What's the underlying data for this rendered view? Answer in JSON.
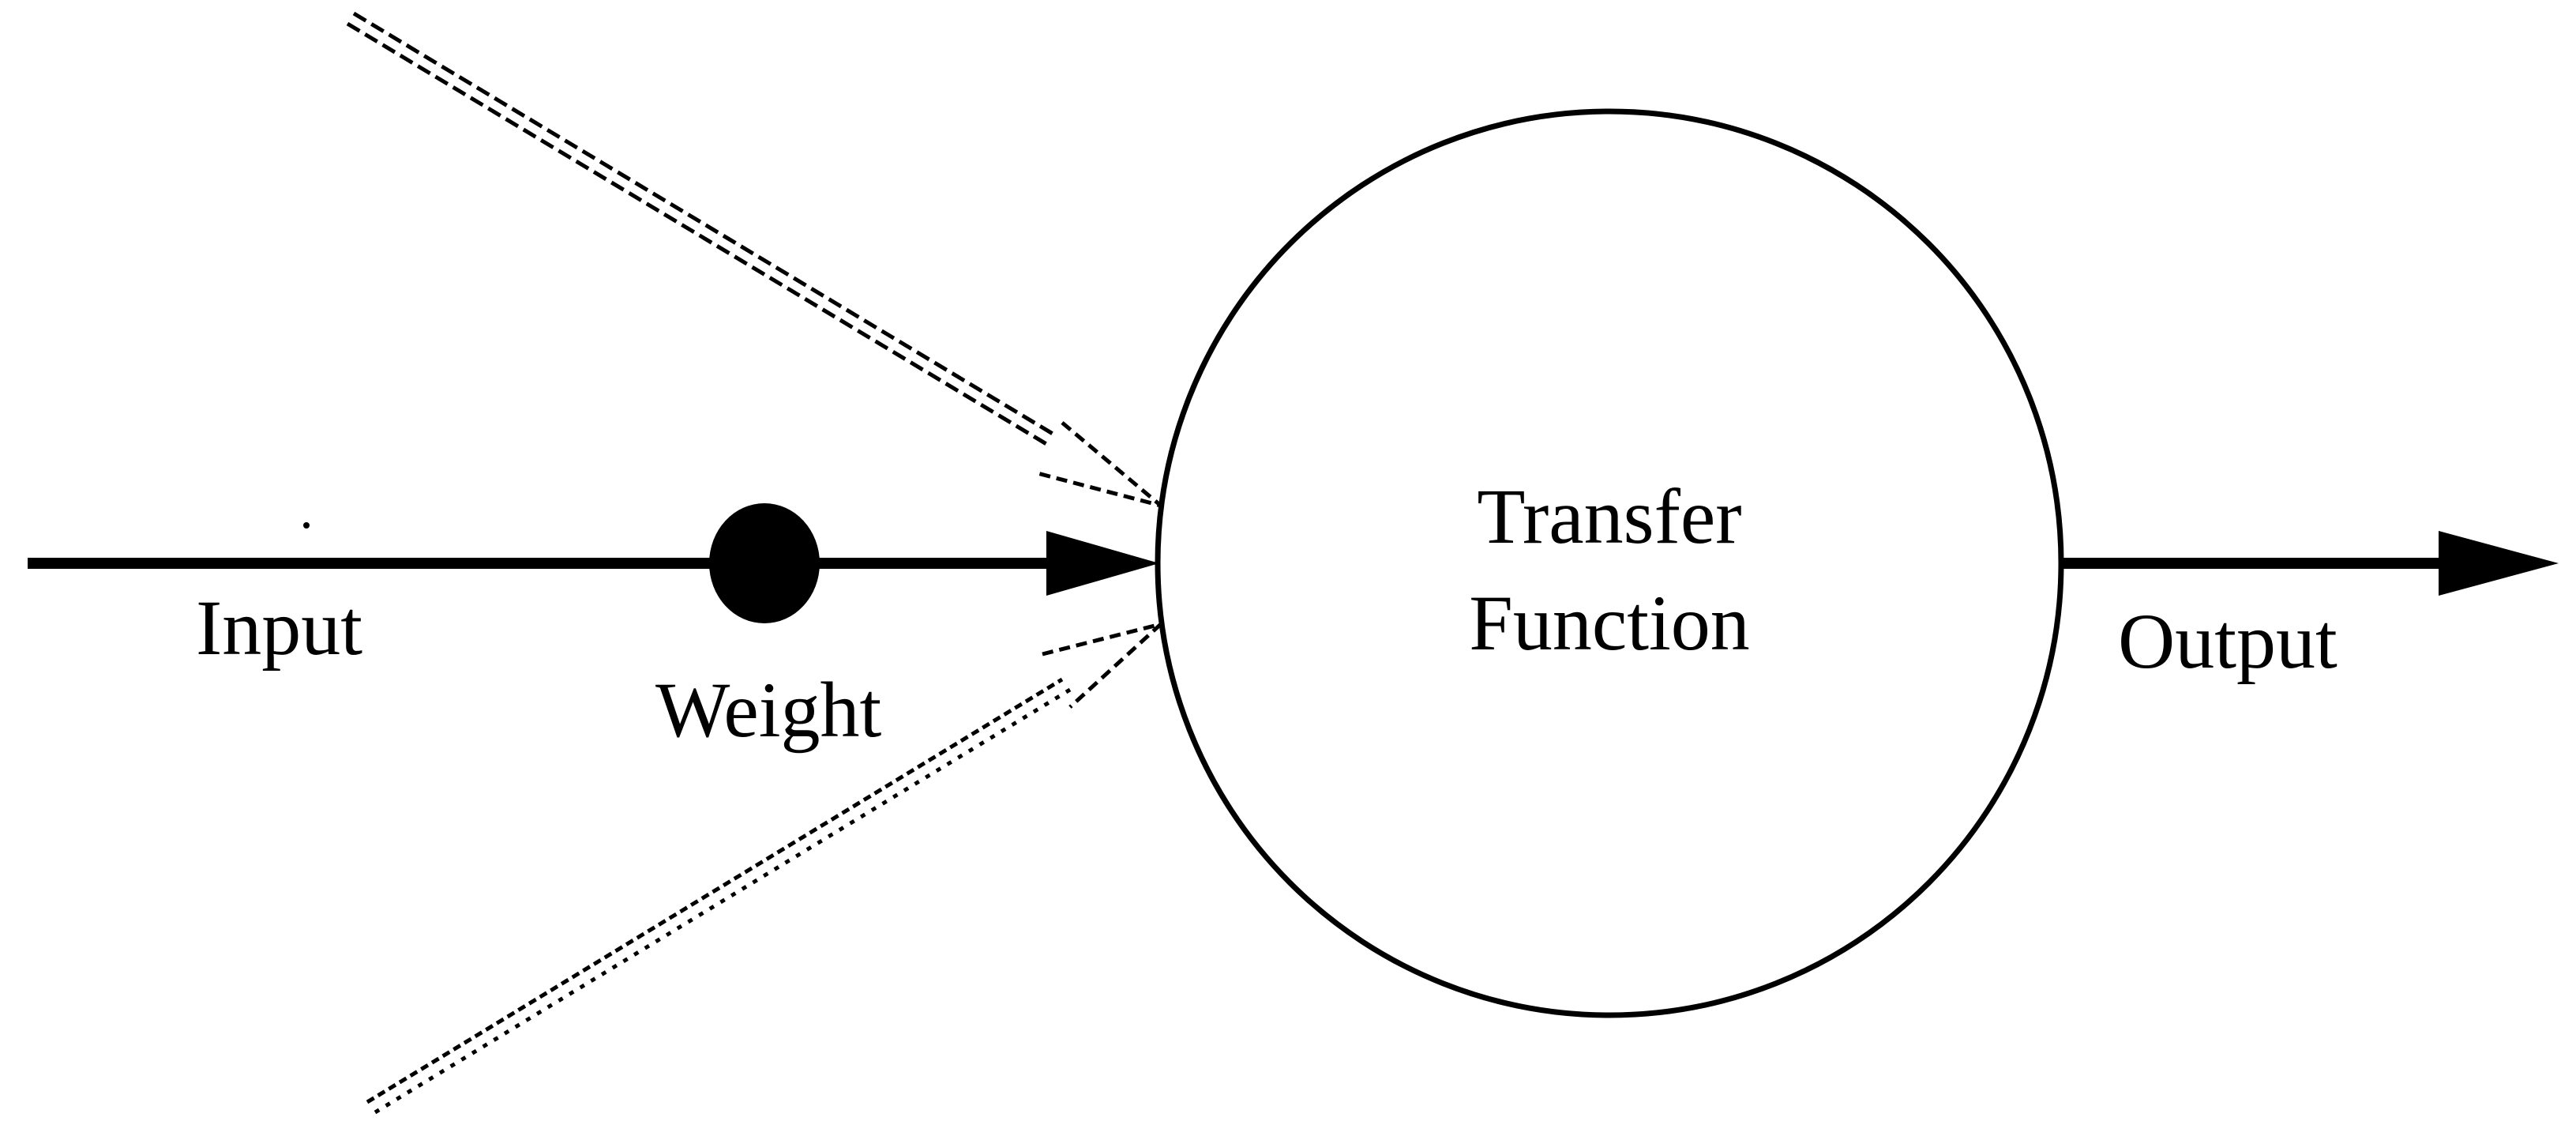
{
  "labels": {
    "input": "Input",
    "weight": "Weight",
    "transfer_line1": "Transfer",
    "transfer_line2": "Function",
    "output": "Output"
  },
  "colors": {
    "stroke": "#000000",
    "background": "#ffffff"
  }
}
